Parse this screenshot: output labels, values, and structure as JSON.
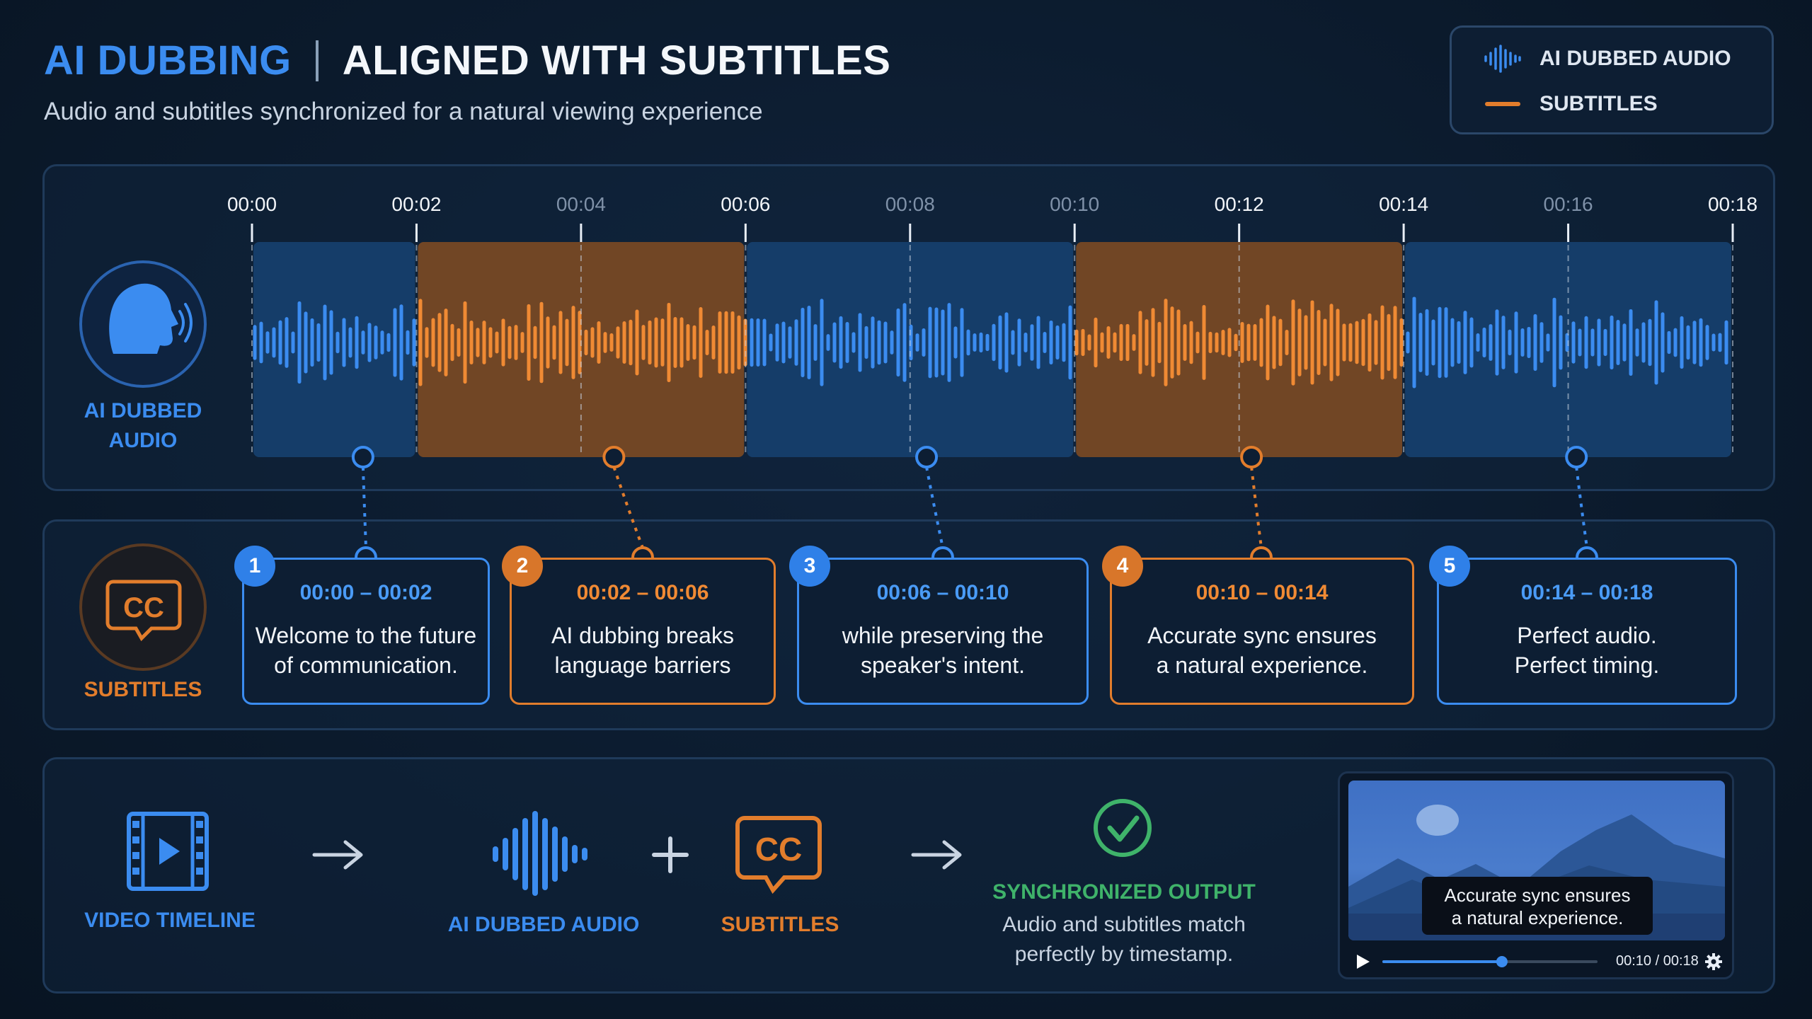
{
  "header": {
    "title_accent": "AI DUBBING",
    "title_main": "ALIGNED WITH SUBTITLES",
    "subtitle": "Audio and subtitles synchronized for a natural viewing experience"
  },
  "legend": {
    "audio_label": "AI DUBBED AUDIO",
    "subtitles_label": "SUBTITLES"
  },
  "colors": {
    "audio": "#3b8cf0",
    "subtitles": "#e27d2c",
    "success": "#3fb36a"
  },
  "timeline": {
    "ticks": [
      "00:00",
      "00:02",
      "00:04",
      "00:06",
      "00:08",
      "00:10",
      "00:12",
      "00:14",
      "00:16",
      "00:18"
    ],
    "audio_label_line1": "AI DUBBED",
    "audio_label_line2": "AUDIO",
    "segments": [
      {
        "start": 0,
        "end": 2,
        "color": "blue"
      },
      {
        "start": 2,
        "end": 6,
        "color": "orange"
      },
      {
        "start": 6,
        "end": 10,
        "color": "blue"
      },
      {
        "start": 10,
        "end": 14,
        "color": "orange"
      },
      {
        "start": 14,
        "end": 18,
        "color": "blue"
      }
    ]
  },
  "subtitles": {
    "label": "SUBTITLES",
    "cards": [
      {
        "num": "1",
        "time": "00:00 – 00:02",
        "line1": "Welcome to the future",
        "line2": "of communication."
      },
      {
        "num": "2",
        "time": "00:02 – 00:06",
        "line1": "AI dubbing breaks",
        "line2": "language barriers"
      },
      {
        "num": "3",
        "time": "00:06 – 00:10",
        "line1": "while preserving the",
        "line2": "speaker's intent."
      },
      {
        "num": "4",
        "time": "00:10 – 00:14",
        "line1": "Accurate sync ensures",
        "line2": "a natural experience."
      },
      {
        "num": "5",
        "time": "00:14 – 00:18",
        "line1": "Perfect audio.",
        "line2": "Perfect timing."
      }
    ]
  },
  "flow": {
    "video_label": "VIDEO TIMELINE",
    "audio_label": "AI DUBBED AUDIO",
    "subtitles_label": "SUBTITLES",
    "output_label": "SYNCHRONIZED OUTPUT",
    "output_desc_line1": "Audio and subtitles match",
    "output_desc_line2": "perfectly by timestamp.",
    "plus": "+"
  },
  "player": {
    "caption_line1": "Accurate sync ensures",
    "caption_line2": "a natural experience.",
    "time": "00:10 / 00:18",
    "progress": 0.5556
  }
}
